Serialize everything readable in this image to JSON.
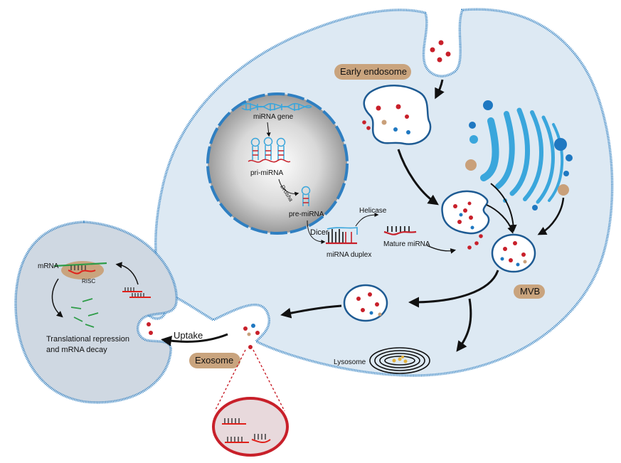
{
  "labels": {
    "early_endosome": "Early endosome",
    "mirna_gene": "miRNA gene",
    "pri_mirna": "pri-miRNA",
    "drosha": "Drosha",
    "pre_mirna": "pre-miRNA",
    "dicer": "Dicer",
    "helicase": "Helicase",
    "mirna_duplex": "miRNA duplex",
    "mature_mirna": "Mature miRNA",
    "mvb": "MVB",
    "lysosome": "Lysosome",
    "exosome": "Exosome",
    "uptake": "Uptake",
    "mrna": "mRNA",
    "risc": "RISC",
    "translational_repression_line1": "Translational repression",
    "translational_repression_line2": "and mRNA decay"
  },
  "colors": {
    "cell_fill": "#dde9f3",
    "cell_border": "#2f7fc1",
    "recipient_fill": "#cfd8e2",
    "cargo_red": "#c8202a",
    "cargo_blue": "#1f78c1",
    "cargo_tan": "#c9a07a",
    "pill_fill": "#c9a47e",
    "rna_red": "#e0211b",
    "rna_green": "#2e9c48",
    "golgi_blue": "#3aa6dc",
    "exosome_zoom_border": "#c8202a",
    "exosome_zoom_fill": "#e8d9dc"
  }
}
